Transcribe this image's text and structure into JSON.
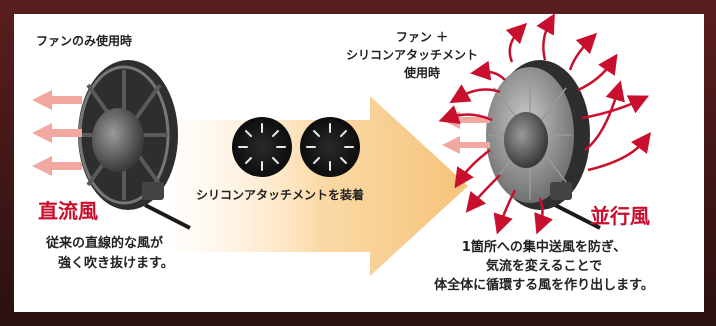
{
  "left": {
    "heading": "ファンのみ使用時",
    "mode_label": "直流風",
    "caption_line1": "従来の直線的な風が",
    "caption_line2": "強く吹き抜けます。"
  },
  "middle": {
    "caption": "シリコンアタッチメントを装着"
  },
  "right": {
    "heading_line1": "ファン ＋",
    "heading_line2": "シリコンアタッチメント",
    "heading_line3": "使用時",
    "mode_label": "並行風",
    "caption_line1": "1箇所への集中送風を防ぎ、",
    "caption_line2": "気流を変えることで",
    "caption_line3": "体全体に循環する風を作り出します。"
  },
  "colors": {
    "accent_red": "#c8102e",
    "arrow_pink": "#f0a8a0",
    "transition_orange": "#f6c27a",
    "frame": "#3a1414"
  }
}
